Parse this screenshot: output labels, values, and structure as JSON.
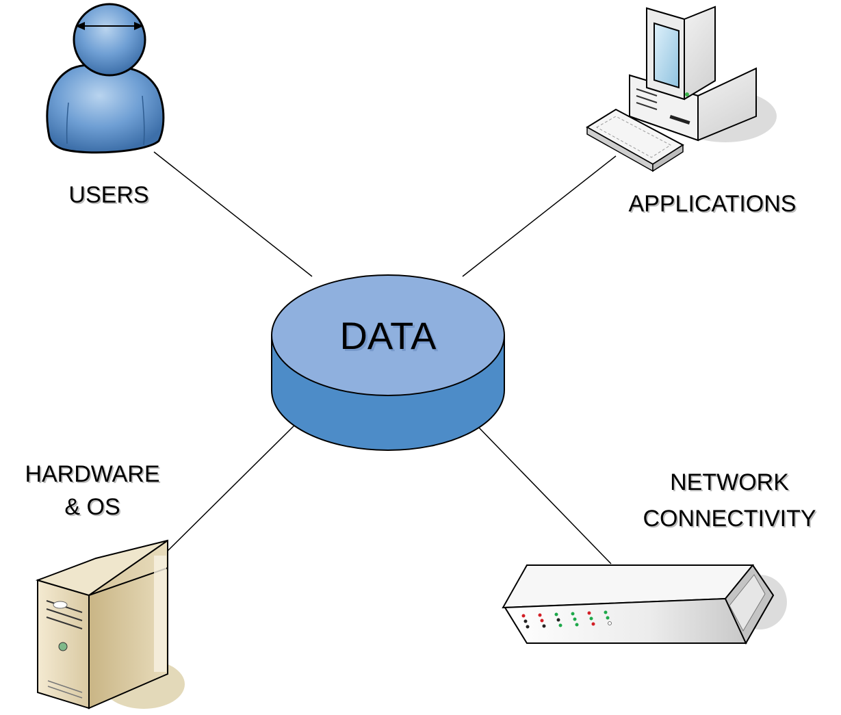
{
  "center": {
    "label": "DATA",
    "top_color": "#8fb0de",
    "side_color": "#4d8cc8"
  },
  "nodes": {
    "users": {
      "label": "USERS",
      "icon": "user-icon"
    },
    "applications": {
      "label": "APPLICATIONS",
      "icon": "desktop-computer-icon"
    },
    "hardware": {
      "label_line1": "HARDWARE",
      "label_line2": "& OS",
      "icon": "server-tower-icon"
    },
    "network": {
      "label_line1": "NETWORK",
      "label_line2": "CONNECTIVITY",
      "icon": "network-switch-icon"
    }
  }
}
